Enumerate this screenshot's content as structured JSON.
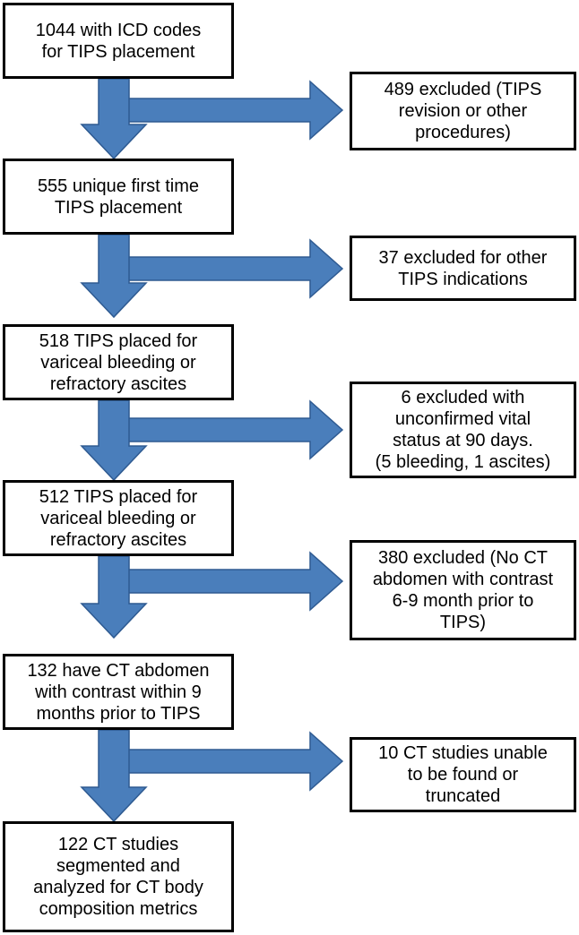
{
  "flowchart": {
    "main_steps": [
      {
        "text": "1044 with ICD codes\nfor TIPS placement"
      },
      {
        "text": "555 unique first time\nTIPS placement"
      },
      {
        "text": "518 TIPS placed for\nvariceal bleeding or\nrefractory ascites"
      },
      {
        "text": "512 TIPS placed for\nvariceal bleeding or\nrefractory ascites"
      },
      {
        "text": "132 have CT abdomen\nwith contrast within 9\nmonths prior to TIPS"
      },
      {
        "text": "122 CT studies\nsegmented and\nanalyzed for CT body\ncomposition metrics"
      }
    ],
    "exclusions": [
      {
        "text": "489 excluded (TIPS\nrevision or other\nprocedures)"
      },
      {
        "text": "37 excluded for other\nTIPS indications"
      },
      {
        "text": "6 excluded with\nunconfirmed vital\nstatus at 90 days.\n(5 bleeding, 1 ascites)"
      },
      {
        "text": "380 excluded (No CT\nabdomen with contrast\n6-9 month prior to\nTIPS)"
      },
      {
        "text": "10 CT studies unable\nto be found or\ntruncated"
      }
    ]
  },
  "colors": {
    "arrow_fill": "#4a7ebb",
    "arrow_stroke": "#2e5a91",
    "box_border": "#000000"
  }
}
